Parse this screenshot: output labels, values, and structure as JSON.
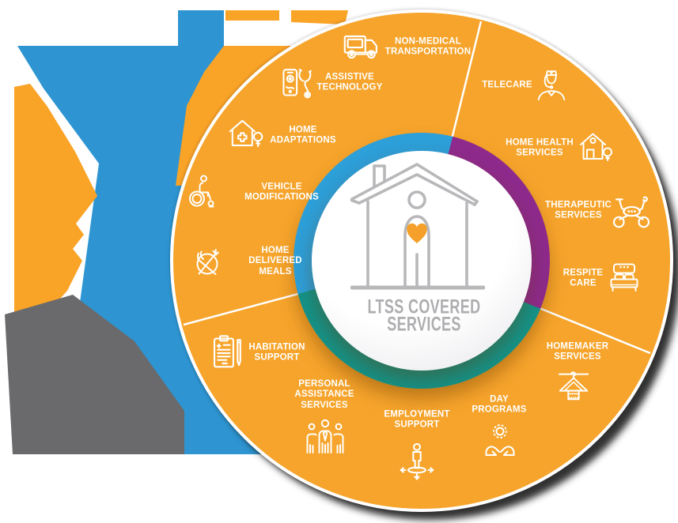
{
  "title": {
    "line1": "LTSS COVERED",
    "line2": "SERVICES"
  },
  "colors": {
    "wheel_orange": "#F6A42B",
    "ring_blue": "#2D9FD9",
    "ring_purple": "#8E2A8C",
    "ring_teal": "#139389",
    "decor_blue": "#2E95D2",
    "decor_orange": "#F9A327",
    "decor_gray": "#6A6A6D",
    "label_white": "#FFFFFF",
    "center_text_gray": "#AEAEB1",
    "house_gray": "#B8B8BB",
    "heart_orange": "#F5A02A"
  },
  "services": [
    {
      "id": "non-medical-transportation",
      "label": "NON-MEDICAL\nTRANSPORTATION",
      "icon": "truck-icon"
    },
    {
      "id": "assistive-technology",
      "label": "ASSISTIVE\nTECHNOLOGY",
      "icon": "smartphone-stethoscope-icon"
    },
    {
      "id": "home-adaptations",
      "label": "HOME\nADAPTATIONS",
      "icon": "house-medical-cross-icon"
    },
    {
      "id": "vehicle-modifications",
      "label": "VEHICLE\nMODIFICATIONS",
      "icon": "wheelchair-icon"
    },
    {
      "id": "home-delivered-meals",
      "label": "HOME\nDELIVERED\nMEALS",
      "icon": "plate-cutlery-icon"
    },
    {
      "id": "habitation-support",
      "label": "HABITATION\nSUPPORT",
      "icon": "clipboard-pencil-icon"
    },
    {
      "id": "personal-assistance-services",
      "label": "PERSONAL\nASSISTANCE\nSERVICES",
      "icon": "people-group-icon"
    },
    {
      "id": "employment-support",
      "label": "EMPLOYMENT\nSUPPORT",
      "icon": "person-directions-icon"
    },
    {
      "id": "day-programs",
      "label": "DAY\nPROGRAMS",
      "icon": "hands-sun-icon"
    },
    {
      "id": "homemaker-services",
      "label": "HOMEMAKER\nSERVICES",
      "icon": "hanger-towel-icon"
    },
    {
      "id": "respite-care",
      "label": "RESPITE\nCARE",
      "icon": "bed-icon"
    },
    {
      "id": "therapeutic-services",
      "label": "THERAPEUTIC\nSERVICES",
      "icon": "exercise-bike-icon"
    },
    {
      "id": "home-health-services",
      "label": "HOME HEALTH\nSERVICES",
      "icon": "house-tree-icon"
    },
    {
      "id": "telecare",
      "label": "TELECARE",
      "icon": "nurse-headset-icon"
    }
  ]
}
